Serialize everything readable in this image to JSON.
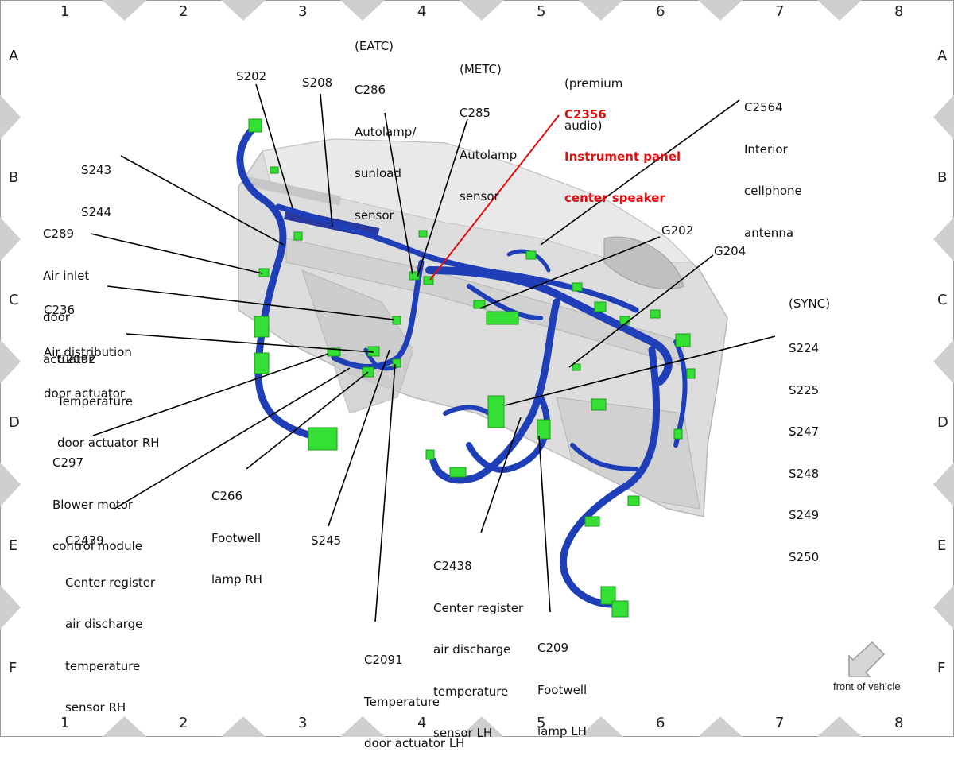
{
  "grid": {
    "columns": [
      "1",
      "2",
      "3",
      "4",
      "5",
      "6",
      "7",
      "8"
    ],
    "rows": [
      "A",
      "B",
      "C",
      "D",
      "E",
      "F"
    ]
  },
  "labels": {
    "s202": "S202",
    "s208": "S208",
    "c286_qual": "(EATC)",
    "c286": [
      "C286",
      "Autolamp/",
      "sunload",
      "sensor"
    ],
    "c285_qual": "(METC)",
    "c285": [
      "C285",
      "Autolamp",
      "sensor"
    ],
    "c2356_qual": [
      "(premium",
      "audio)"
    ],
    "c2356": [
      "C2356",
      "Instrument panel",
      "center speaker"
    ],
    "c2564": [
      "C2564",
      "Interior",
      "cellphone",
      "antenna"
    ],
    "s243": [
      "S243",
      "S244"
    ],
    "c289": [
      "C289",
      "Air inlet",
      "door",
      "actuator"
    ],
    "g202": "G202",
    "g204": "G204",
    "c236": [
      "C236",
      "Air distribution",
      "door actuator"
    ],
    "c2092": [
      "C2092",
      "Temperature",
      "door actuator RH"
    ],
    "sync_qual": "(SYNC)",
    "sync": [
      "S224",
      "S225",
      "S247",
      "S248",
      "S249",
      "S250"
    ],
    "c297": [
      "C297",
      "Blower motor",
      "control module"
    ],
    "c266": [
      "C266",
      "Footwell",
      "lamp RH"
    ],
    "c2439": [
      "C2439",
      "Center register",
      "air discharge",
      "temperature",
      "sensor RH"
    ],
    "s245": "S245",
    "c2438": [
      "C2438",
      "Center register",
      "air discharge",
      "temperature",
      "sensor LH"
    ],
    "c209": [
      "C209",
      "Footwell",
      "lamp LH"
    ],
    "c2091": [
      "C2091",
      "Temperature",
      "door actuator LH"
    ]
  },
  "front_of_vehicle": "front of vehicle",
  "colors": {
    "harness": "#1f3fb8",
    "connector": "#33e033",
    "highlight": "#e01010",
    "panel": "#d9d9d9",
    "border_triangle": "#cfcfcf"
  }
}
